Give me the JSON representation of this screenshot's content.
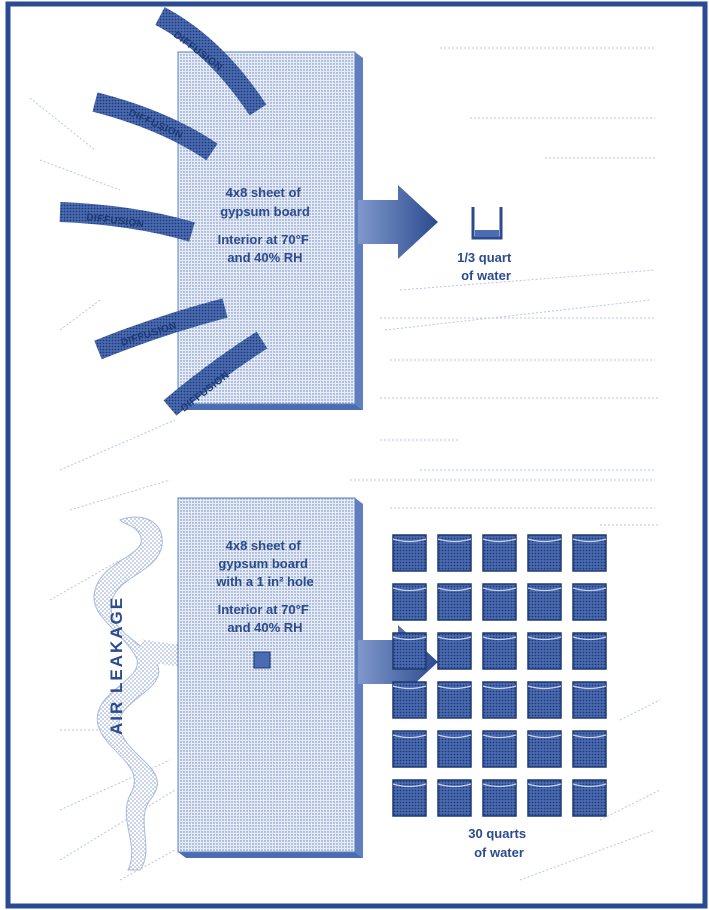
{
  "diagram": {
    "colors": {
      "ink": "#3b5ea8",
      "dark": "#27478f",
      "board_fill": "#d5deef",
      "board_edge": "#5f7fbe",
      "text": "#2c4b8e",
      "frame": "#2a4a96"
    },
    "top_panel": {
      "board_lines": [
        "4x8 sheet of",
        "gypsum board"
      ],
      "condition_lines": [
        "Interior at 70°F",
        "and 40% RH"
      ],
      "arrow_labels": [
        "DIFFUSION",
        "DIFFUSION",
        "DIFFUSION",
        "DIFFUSION",
        "DIFFUSION"
      ],
      "result_lines": [
        "1/3 quart",
        "of water"
      ],
      "container_icon": "water-cup-icon"
    },
    "bottom_panel": {
      "board_lines": [
        "4x8 sheet of",
        "gypsum board",
        "with a 1 in² hole"
      ],
      "condition_lines": [
        "Interior at 70°F",
        "and 40% RH"
      ],
      "side_label": "AIR LEAKAGE",
      "result_lines": [
        "30 quarts",
        "of water"
      ],
      "container_icon": "water-jar-icon",
      "container_count": 30
    }
  }
}
